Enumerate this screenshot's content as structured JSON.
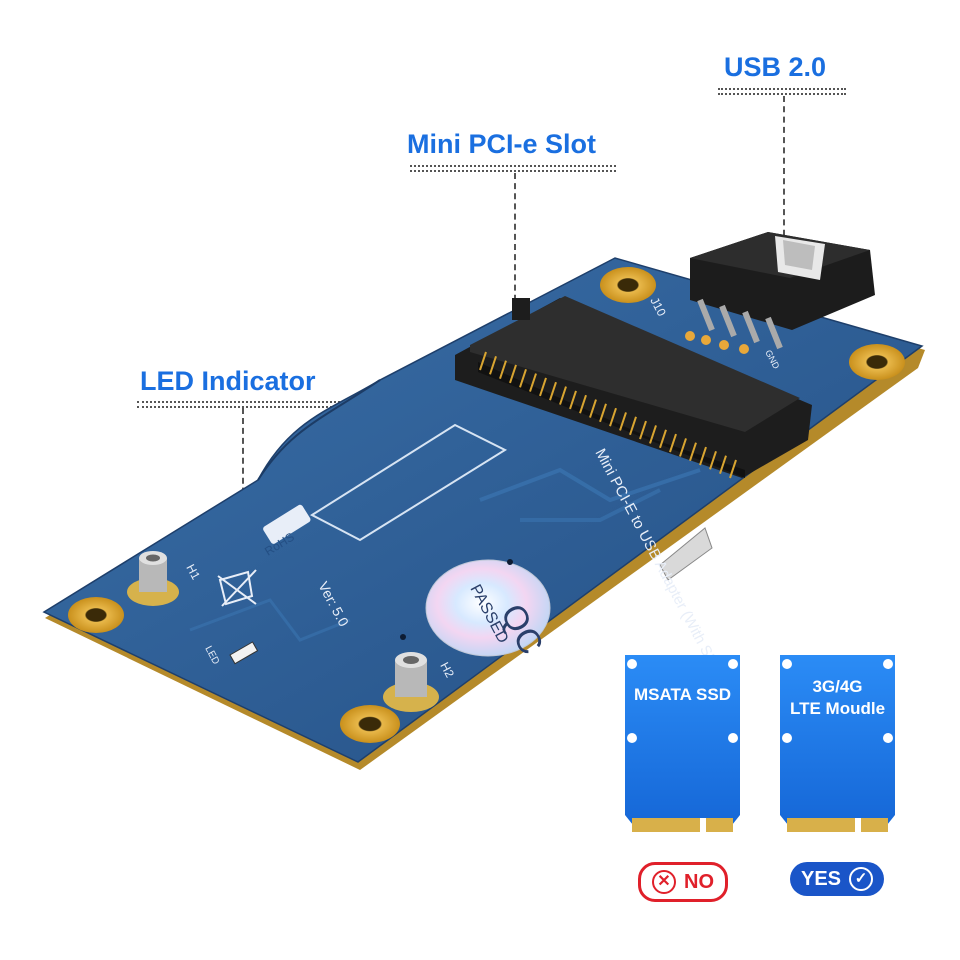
{
  "callouts": {
    "usb": "USB 2.0",
    "slot": "Mini PCI-e Slot",
    "led": "LED Indicator"
  },
  "board": {
    "title_text": "Mini PCI-E to USB Adapter (With SIM Slot)",
    "version": "Ver: 5.0",
    "rohs": "RoHS",
    "qc_top": "QC",
    "qc_bottom": "PASSED",
    "led_label": "LED",
    "h1_label": "H1",
    "h2_label": "H2",
    "j10_label": "J10",
    "gnd_label": "GND"
  },
  "cards": [
    {
      "label_line1": "MSATA SSD",
      "label_line2": "",
      "status": "NO"
    },
    {
      "label_line1": "3G/4G",
      "label_line2": "LTE Moudle",
      "status": "YES"
    }
  ],
  "colors": {
    "accent_blue": "#1a6fe0",
    "pcb_blue": "#2c5d95",
    "card_blue": "#1e7ff0",
    "no_red": "#e0202a",
    "yes_blue": "#1a55c8"
  }
}
